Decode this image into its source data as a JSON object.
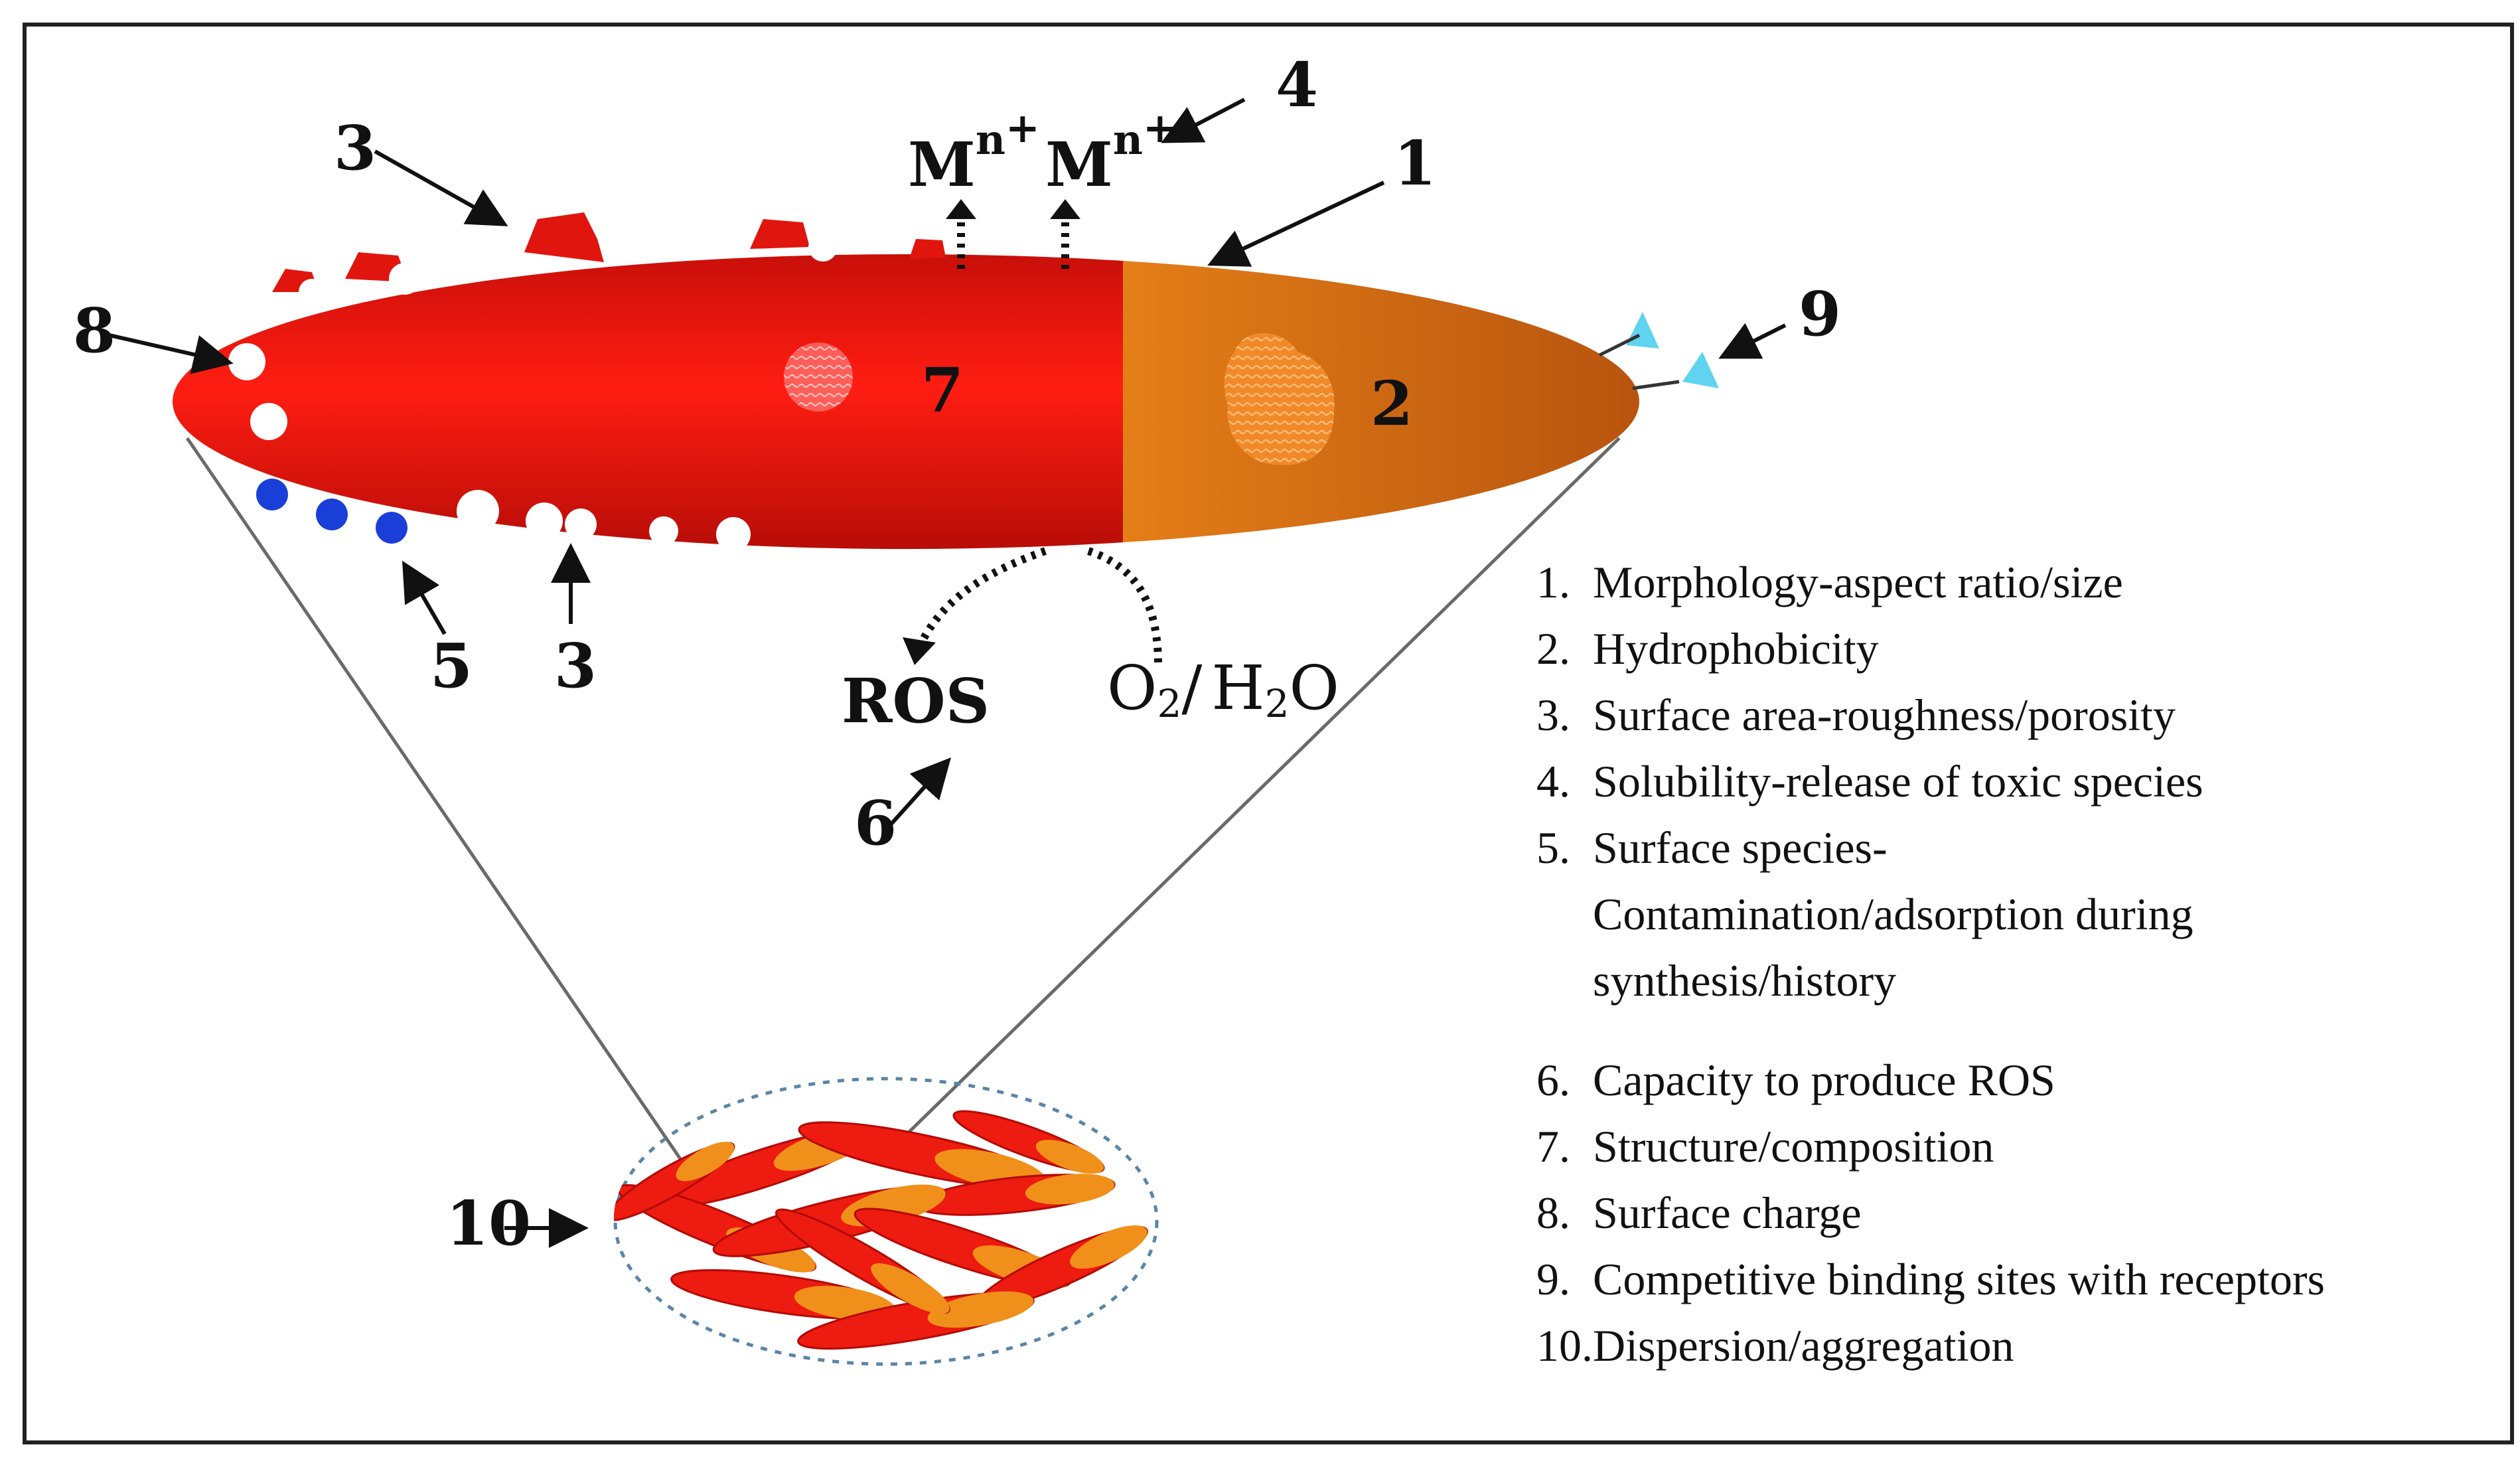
{
  "callouts": {
    "n1": "1",
    "n2": "2",
    "n3_top": "3",
    "n3_bottom": "3",
    "n4": "4",
    "n5": "5",
    "n6": "6",
    "n7": "7",
    "n8": "8",
    "n9": "9",
    "n10": "10"
  },
  "chemistry": {
    "ion_base": "M",
    "ion_superscript": "n",
    "ion_charge": "+",
    "ros": "ROS",
    "oxygen_symbol": "O",
    "oxygen_subscript": "2",
    "separator": "/",
    "water_h": "H",
    "water_subscript": "2",
    "water_o": "O"
  },
  "legend": [
    {
      "number": "1.",
      "lines": [
        "Morphology-aspect ratio/size"
      ]
    },
    {
      "number": "2.",
      "lines": [
        "Hydrophobicity"
      ]
    },
    {
      "number": "3.",
      "lines": [
        "Surface area-roughness/porosity"
      ]
    },
    {
      "number": "4.",
      "lines": [
        "Solubility-release of toxic species"
      ]
    },
    {
      "number": "5.",
      "lines": [
        "Surface species-",
        "Contamination/adsorption during",
        "synthesis/history"
      ]
    },
    {
      "number": "6.",
      "lines": [
        "Capacity to produce ROS"
      ]
    },
    {
      "number": "7.",
      "lines": [
        "Structure/composition"
      ]
    },
    {
      "number": "8.",
      "lines": [
        "Surface charge"
      ]
    },
    {
      "number": "9.",
      "lines": [
        "Competitive binding sites with receptors"
      ]
    },
    {
      "number": "10.",
      "lines": [
        "Dispersion/aggregation"
      ]
    }
  ],
  "colors": {
    "particle_red": "#ee1b10",
    "particle_orange": "#f0901a",
    "surface_charge_blue": "#1a3fd8",
    "binding_site_cyan": "#5fd3ef",
    "frame": "#222222"
  }
}
